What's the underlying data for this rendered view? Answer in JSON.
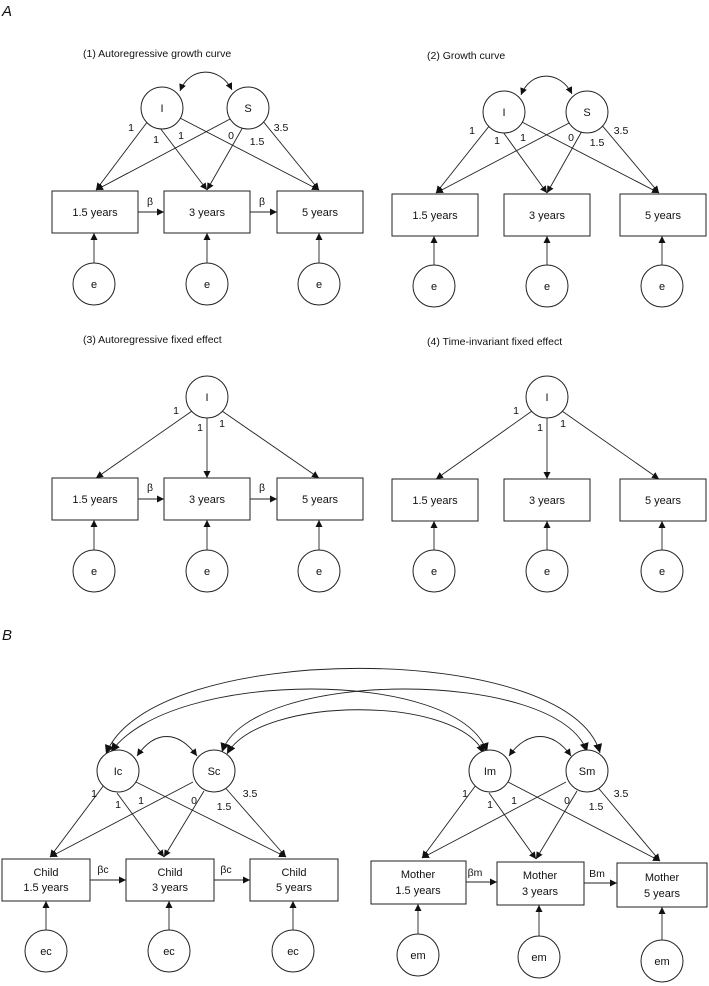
{
  "panels": {
    "A": "A",
    "B": "B"
  },
  "diagrams": {
    "d1": {
      "title": "(1) Autoregressive growth curve",
      "latents": {
        "I": "I",
        "S": "S"
      },
      "boxes": [
        "1.5 years",
        "3 years",
        "5 years"
      ],
      "errors": [
        "e",
        "e",
        "e"
      ],
      "loadings_I": [
        "1",
        "1",
        "1"
      ],
      "loadings_S": [
        "0",
        "1.5",
        "3.5"
      ],
      "paths": [
        "β",
        "β"
      ]
    },
    "d2": {
      "title": "(2) Growth curve",
      "latents": {
        "I": "I",
        "S": "S"
      },
      "boxes": [
        "1.5 years",
        "3 years",
        "5 years"
      ],
      "errors": [
        "e",
        "e",
        "e"
      ],
      "loadings_I": [
        "1",
        "1",
        "1"
      ],
      "loadings_S": [
        "0",
        "1.5",
        "3.5"
      ]
    },
    "d3": {
      "title": "(3) Autoregressive fixed effect",
      "latents": {
        "I": "I"
      },
      "boxes": [
        "1.5 years",
        "3 years",
        "5 years"
      ],
      "errors": [
        "e",
        "e",
        "e"
      ],
      "loadings_I": [
        "1",
        "1",
        "1"
      ],
      "paths": [
        "β",
        "β"
      ]
    },
    "d4": {
      "title": "(4) Time-invariant fixed effect",
      "latents": {
        "I": "I"
      },
      "boxes": [
        "1.5 years",
        "3 years",
        "5 years"
      ],
      "errors": [
        "e",
        "e",
        "e"
      ],
      "loadings_I": [
        "1",
        "1",
        "1"
      ]
    },
    "bc": {
      "latents": {
        "I": "Ic",
        "S": "Sc"
      },
      "boxes": [
        [
          "Child",
          "1.5 years"
        ],
        [
          "Child",
          "3 years"
        ],
        [
          "Child",
          "5 years"
        ]
      ],
      "errors": [
        "ec",
        "ec",
        "ec"
      ],
      "loadings_I": [
        "1",
        "1",
        "1"
      ],
      "loadings_S": [
        "0",
        "1.5",
        "3.5"
      ],
      "paths": [
        "βc",
        "βc"
      ]
    },
    "bm": {
      "latents": {
        "I": "Im",
        "S": "Sm"
      },
      "boxes": [
        [
          "Mother",
          "1.5 years"
        ],
        [
          "Mother",
          "3 years"
        ],
        [
          "Mother",
          "5 years"
        ]
      ],
      "errors": [
        "em",
        "em",
        "em"
      ],
      "loadings_I": [
        "1",
        "1",
        "1"
      ],
      "loadings_S": [
        "0",
        "1.5",
        "3.5"
      ],
      "paths": [
        "βm",
        "Bm"
      ]
    }
  }
}
